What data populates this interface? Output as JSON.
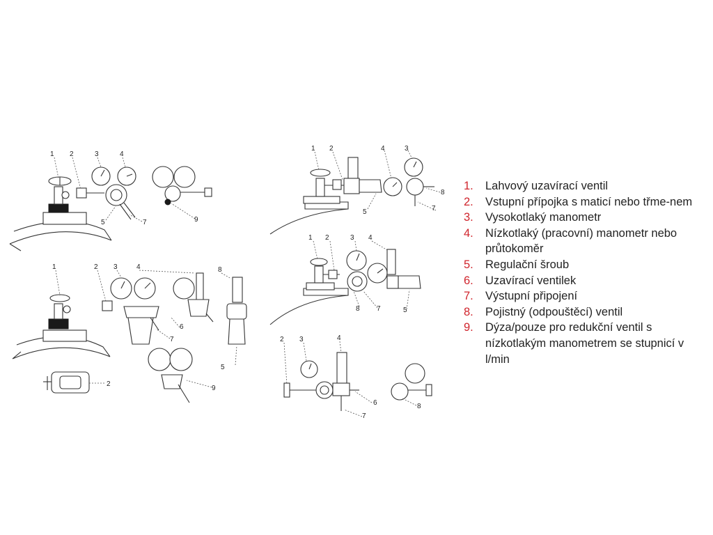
{
  "legend": [
    {
      "num": "1.",
      "text": "Lahvový uzavírací ventil"
    },
    {
      "num": "2.",
      "text": "Vstupní přípojka s maticí nebo třme-nem"
    },
    {
      "num": "3.",
      "text": "Vysokotlaký manometr"
    },
    {
      "num": "4.",
      "text": "Nízkotlaký (pracovní) manometr nebo průtokoměr"
    },
    {
      "num": "5.",
      "text": "Regulační šroub"
    },
    {
      "num": "6.",
      "text": "Uzavírací ventilek"
    },
    {
      "num": "7.",
      "text": "Výstupní připojení"
    },
    {
      "num": "8.",
      "text": "Pojistný (odpouštěcí) ventil"
    },
    {
      "num": "9.",
      "text": "Dýza/pouze pro redukční ventil s nízkotlakým manometrem se stupnicí v l/min"
    }
  ],
  "callouts": {
    "a": [
      "1",
      "2",
      "3",
      "4",
      "5",
      "7",
      "9"
    ],
    "b": [
      "1",
      "2",
      "3",
      "4",
      "6",
      "7",
      "8",
      "5",
      "9",
      "2"
    ],
    "c": [
      "1",
      "2",
      "4",
      "3",
      "8",
      "5",
      "7"
    ],
    "d": [
      "1",
      "2",
      "3",
      "4",
      "8",
      "7",
      "5"
    ],
    "e": [
      "2",
      "3",
      "4",
      "6",
      "7",
      "8"
    ]
  },
  "colors": {
    "accent": "#d0252d",
    "text": "#222222",
    "line": "#333333"
  }
}
